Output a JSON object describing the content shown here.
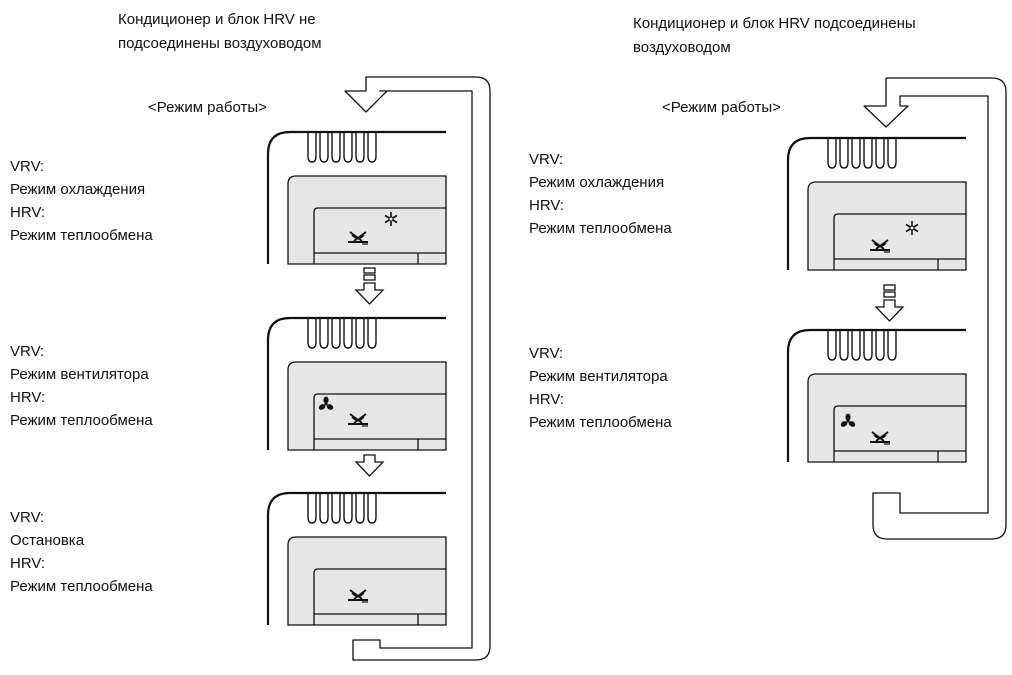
{
  "left": {
    "header": [
      "Кондиционер и блок HRV не",
      "подсоединены воздуховодом"
    ],
    "mode_label": "<Режим работы>",
    "states": [
      {
        "lines": [
          "VRV:",
          "Режим охлаждения",
          "HRV:",
          "Режим теплообмена"
        ],
        "icons": [
          "snowflake-icon",
          "heat-exchange-icon"
        ]
      },
      {
        "lines": [
          "VRV:",
          "Режим вентилятора",
          "HRV:",
          "Режим теплообмена"
        ],
        "icons": [
          "fan-icon",
          "heat-exchange-icon"
        ]
      },
      {
        "lines": [
          "VRV:",
          "Остановка",
          "HRV:",
          "Режим теплообмена"
        ],
        "icons": [
          "heat-exchange-icon"
        ]
      }
    ]
  },
  "right": {
    "header": [
      "Кондиционер и блок HRV подсоединены",
      "воздуховодом"
    ],
    "mode_label": "<Режим работы>",
    "states": [
      {
        "lines": [
          "VRV:",
          "Режим охлаждения",
          "HRV:",
          "Режим теплообмена"
        ],
        "icons": [
          "snowflake-icon",
          "heat-exchange-icon"
        ]
      },
      {
        "lines": [
          "VRV:",
          "Режим вентилятора",
          "HRV:",
          "Режим теплообмена"
        ],
        "icons": [
          "fan-icon",
          "heat-exchange-icon"
        ]
      }
    ]
  },
  "colors": {
    "line": "#111111",
    "screen": "#e6e6e6"
  }
}
